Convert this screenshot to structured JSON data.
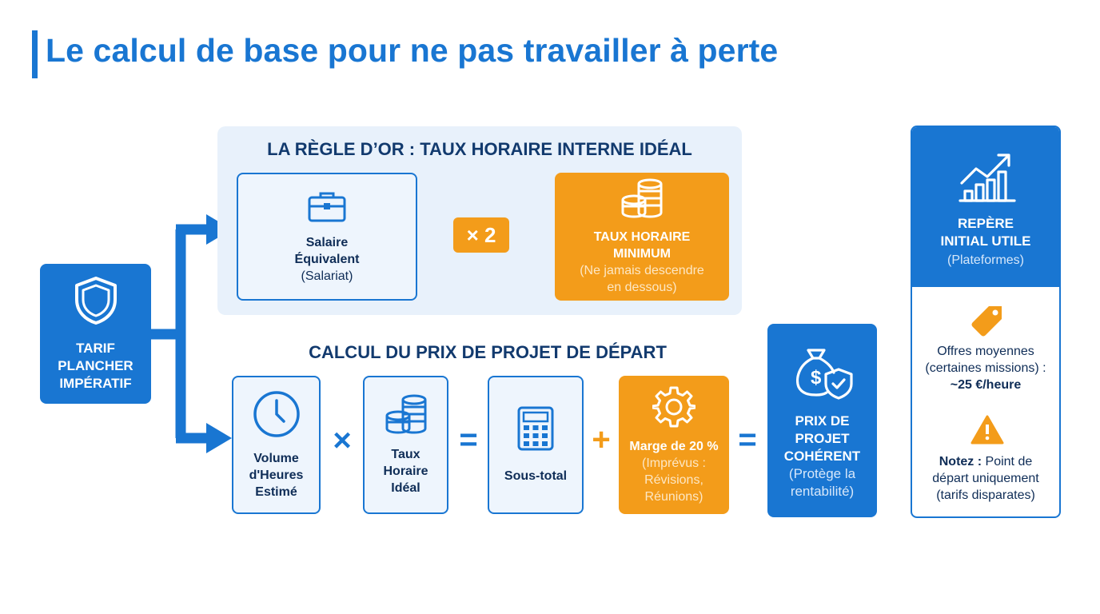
{
  "page_title": "Le calcul de base pour ne pas travailler à perte",
  "left_box": {
    "line1": "TARIF",
    "line2": "PLANCHER",
    "line3": "IMPÉRATIF",
    "icon": "shield-icon"
  },
  "golden_rule": {
    "title": "LA RÈGLE D’OR : TAUX HORAIRE INTERNE IDÉAL",
    "salary_box": {
      "line1": "Salaire",
      "line2": "Équivalent",
      "sub": "(Salariat)",
      "icon": "briefcase-icon"
    },
    "multiplier": "× 2",
    "min_rate_box": {
      "line1": "TAUX HORAIRE",
      "line2": "MINIMUM",
      "sub1": "(Ne jamais descendre",
      "sub2": "en dessous)",
      "icon": "coins-icon"
    }
  },
  "project_calc": {
    "title": "CALCUL DU PRIX DE PROJET DE DÉPART",
    "hours_box": {
      "line1": "Volume",
      "line2": "d'Heures",
      "line3": "Estimé",
      "icon": "clock-icon"
    },
    "op_times": "×",
    "rate_box": {
      "line1": "Taux",
      "line2": "Horaire",
      "line3": "Idéal",
      "icon": "coins-icon"
    },
    "op_equals": "=",
    "subtotal_box": {
      "label": "Sous-total",
      "icon": "calculator-icon"
    },
    "op_plus": "+",
    "margin_box": {
      "line1": "Marge de 20 %",
      "sub1": "(Imprévus :",
      "sub2": "Révisions,",
      "sub3": "Réunions)",
      "icon": "gear-icon"
    },
    "op_equals2": "=",
    "result_box": {
      "line1": "PRIX DE",
      "line2": "PROJET",
      "line3": "COHÉRENT",
      "sub1": "(Protège la",
      "sub2": "rentabilité)",
      "icon": "money-bag-shield-icon"
    }
  },
  "benchmark": {
    "title1": "REPÈRE",
    "title2": "INITIAL UTILE",
    "sub": "(Plateformes)",
    "offers_line1": "Offres moyennes",
    "offers_line2": "(certaines missions) :",
    "offers_value": "~25 €/heure",
    "note_label": "Notez :",
    "note_line1": " Point de",
    "note_line2": "départ uniquement",
    "note_line3": "(tarifs disparates)",
    "icons": [
      "growth-chart-icon",
      "price-tag-icon",
      "warning-icon"
    ]
  },
  "colors": {
    "blue": "#1976d2",
    "orange": "#f39c1a",
    "light_blue": "#e8f1fb",
    "navy": "#0f2d57"
  }
}
